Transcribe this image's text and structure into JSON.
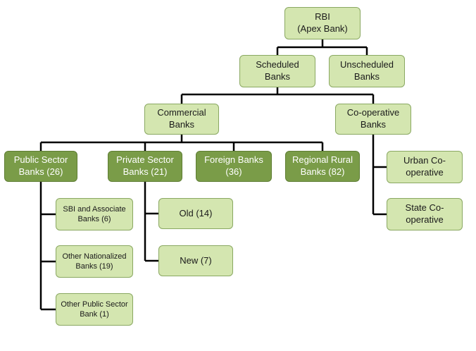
{
  "nodes": {
    "rbi": "RBI\n(Apex Bank)",
    "scheduled": "Scheduled\nBanks",
    "unscheduled": "Unscheduled\nBanks",
    "commercial": "Commercial\nBanks",
    "cooperative": "Co-operative\nBanks",
    "public_sector": "Public Sector\nBanks (26)",
    "private_sector": "Private Sector\nBanks (21)",
    "foreign": "Foreign Banks\n(36)",
    "regional_rural": "Regional Rural\nBanks (82)",
    "sbi_associate": "SBI and Associate\nBanks (6)",
    "other_nationalized": "Other Nationalized\nBanks (19)",
    "other_public": "Other Public Sector\nBank (1)",
    "old": "Old (14)",
    "new": "New (7)",
    "urban_coop": "Urban Co-\noperative",
    "state_coop": "State Co-\noperative"
  },
  "colors": {
    "light_fill": "#d4e6b0",
    "dark_fill": "#7a9c48",
    "connector": "#000000"
  }
}
